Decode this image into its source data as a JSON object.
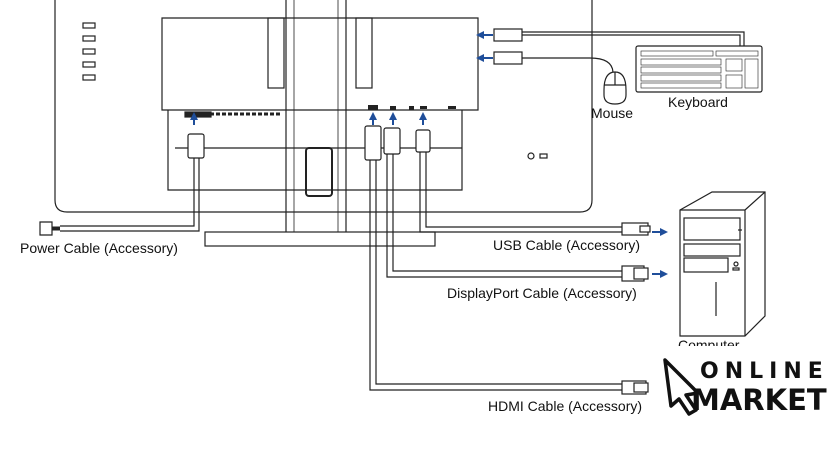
{
  "labels": {
    "mouse": "Mouse",
    "keyboard": "Keyboard",
    "power_cable": "Power Cable (Accessory)",
    "usb_cable": "USB Cable (Accessory)",
    "displayport_cable": "DisplayPort Cable (Accessory)",
    "hdmi_cable": "HDMI Cable (Accessory)",
    "computer": "Computer"
  },
  "watermark": {
    "line1": "ONLINE",
    "line2": "MARKET"
  },
  "colors": {
    "line": "#222222",
    "arrow": "#1f4e9a",
    "background": "#ffffff"
  }
}
